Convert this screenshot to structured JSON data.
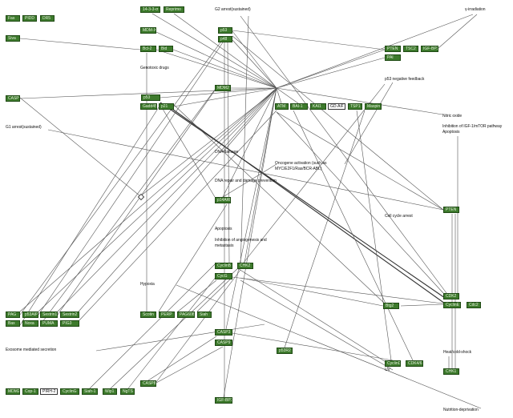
{
  "colors": {
    "background": "#ffffff",
    "gene_fill": "#3d7a2c",
    "gene_border": "#1f4a14",
    "gene_text": "#e6f0de",
    "white_fill": "#ffffff",
    "line": "#555555",
    "line_strong": "#333333"
  },
  "genes": {
    "fas": "Fas",
    "pidd": "PIDD",
    "dr5": "DR5",
    "s14_3_3": "14-3-3-σ",
    "reprimo": "Reprimo",
    "siva": "Siva",
    "mdmx": "MDM-X",
    "p53_top": "p53",
    "p48": "p48",
    "bcl2": "Bcl-2",
    "bid": "Bid",
    "pten_top": "PTEN",
    "tsc2": "TSC2",
    "igfbp3_top": "IGF-BP3",
    "pai": "PAI",
    "mdm2_center": "MDM2",
    "casp9_left": "CASP9",
    "p53_mid": "p53",
    "gadd45": "Gadd45",
    "p21": "p21",
    "atm": "ATM",
    "bai1": "BAI-1",
    "kai1": "KAI1",
    "gdaif": "GD-AiF",
    "tsp1": "TSP1",
    "maspin": "Maspin",
    "p14arf": "p14ARF",
    "pten_right": "PTEN",
    "cyclinb": "CyclinB",
    "chk2": "CHK2",
    "cycg": "CycG",
    "pag": "PAG",
    "p53aip1": "p53AIP1",
    "sestrin1": "Sestrin1",
    "sestrin2": "Sestrin2",
    "bax": "Bax",
    "noxa": "Noxa",
    "puma": "PUMA",
    "pig3": "PIG3",
    "scotin": "Scotin",
    "perp": "PERP",
    "pag608": "PAG608",
    "siah": "Siah",
    "btg2": "Btg2",
    "cdk2": "CDK2",
    "cycline": "CyclinE",
    "cdc2": "Cdc2",
    "casp3": "CASP3",
    "casp9_center": "CASP9",
    "p53r2": "p53R2",
    "cyclind": "CyclinD",
    "cdk46": "CDK4/6",
    "chk1": "CHK1",
    "casp8": "CASP8",
    "mdm2_bottom": "MDM2",
    "cop1": "Cop-1",
    "pirh2": "PIRH-2",
    "cycling": "CyclinG",
    "siah1": "Siah-1",
    "wip1": "Wip1",
    "ngts": "NgTS",
    "igfbp3_bottom": "IGF-BP3"
  },
  "annotations": {
    "g2_arrest": "G2 arrest(sustained)",
    "gamma": "γ-irradiation",
    "genotoxic": "Genotoxic drugs",
    "neg_feedback": "p53 negative feedback",
    "g1_arrest": "G1 arrest(sustained)",
    "nitric": "Nitric oxide",
    "igf_mtor": "Inhibition of IGF-1/mTOR pathway",
    "apoptosis_right": "Apoptosis",
    "dna_damage": "DNA damage",
    "oncogene_1": "Oncogene activation (such as",
    "oncogene_2": "MYC/E2F1/Ras/BCR-ABL)",
    "dna_repair": "DNA repair and damage prevention",
    "cell_cycle": "Cell cycle arrest",
    "apoptosis_center": "Apoptosis",
    "angio_1": "Inhibition of angiogenesis and",
    "angio_2": "metastasis",
    "hypoxia": "Hypoxia",
    "exosome": "Exosome mediated secretion",
    "heat": "Heat/cold-shock",
    "uv": "UV",
    "nutrition": "Nutrition-deprivation"
  }
}
